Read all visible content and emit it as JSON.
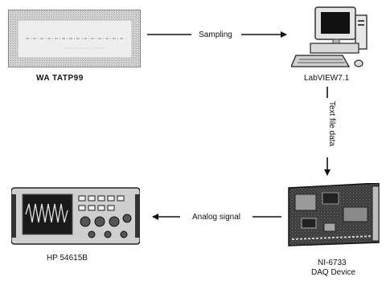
{
  "nodes": {
    "source": {
      "label": "WA TATP99"
    },
    "computer": {
      "label": "LabVIEW7.1"
    },
    "daq": {
      "label_line1": "NI-6733",
      "label_line2": "DAQ Device"
    },
    "scope": {
      "label": "HP 54615B"
    }
  },
  "edges": {
    "sampling": "Sampling",
    "text_file_data": "Text file data",
    "analog_signal": "Analog signal"
  }
}
